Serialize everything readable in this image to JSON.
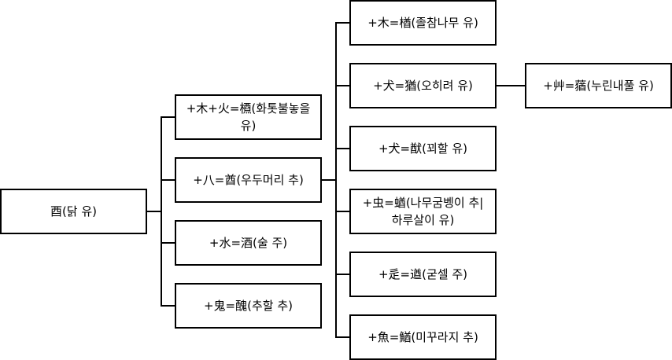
{
  "diagram": {
    "root": "酉(닭 유)",
    "level1": [
      "+木+火=槱(화톳불놓을 유)",
      "+八=酋(우두머리 추)",
      "+水=酒(술 주)",
      "+鬼=醜(추할 추)"
    ],
    "level2": [
      "+木=楢(졸참나무 유)",
      "+犬=猶(오히려 유)",
      "+犬=猷(꾀할 유)",
      "+虫=蝤(나무굼벵이 추|하루살이 유)",
      "+辵=遒(굳셀 주)",
      "+魚=鰌(미꾸라지 추)"
    ],
    "level3": [
      "+艸=蕕(누린내풀 유)"
    ]
  }
}
